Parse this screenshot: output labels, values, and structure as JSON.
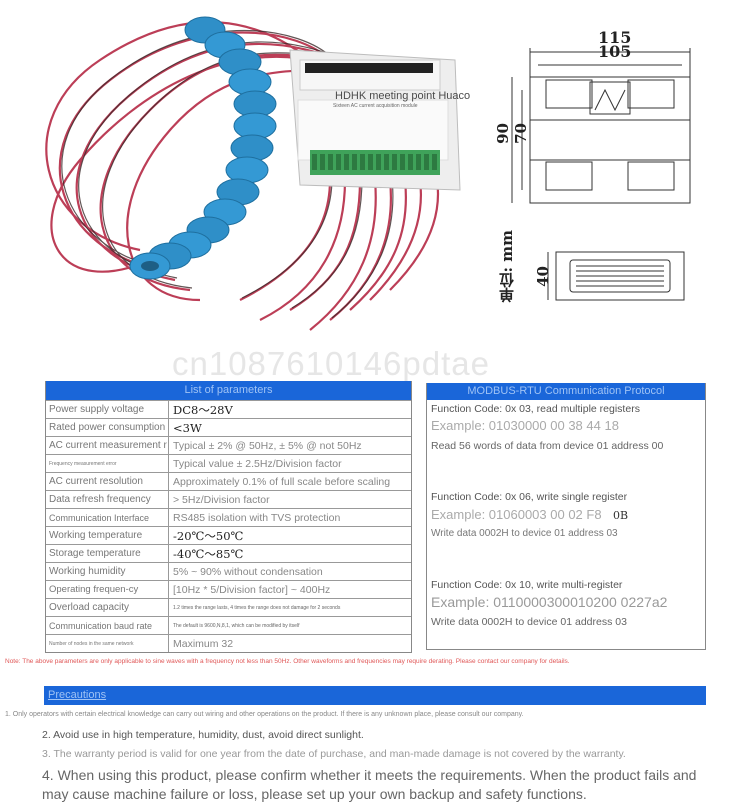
{
  "photo": {
    "overlay_title": "HDHK meeting point Huaco",
    "overlay_subtitle": "Sixteen AC current acquisition module"
  },
  "drawing": {
    "width_outer": "115",
    "width_inner": "105",
    "height_outer": "90",
    "height_inner": "70",
    "depth": "40",
    "unit_label": "单位: mm"
  },
  "watermark": "cn1087610146pdtae",
  "params": {
    "title": "List of parameters",
    "rows": [
      {
        "label": "Power supply voltage",
        "value": "DC8～28V",
        "style": "dark"
      },
      {
        "label": "Rated power consumption",
        "value": "<3W",
        "style": "dark"
      },
      {
        "label": "AC current measurement r",
        "value": "Typical ± 2% @ 50Hz, ± 5% @ not 50Hz",
        "style": ""
      },
      {
        "label": "Frequency measurement error",
        "value": "Typical value ± 2.5Hz/Division factor",
        "style": "",
        "lstyle": "tiny"
      },
      {
        "label": "AC current resolution",
        "value": "Approximately 0.1% of full scale before scaling",
        "style": ""
      },
      {
        "label": "Data refresh frequency",
        "value": "> 5Hz/Division factor",
        "style": ""
      },
      {
        "label": "Communication Interface",
        "value": "RS485 isolation with TVS protection",
        "style": "",
        "lstyle": "small"
      },
      {
        "label": "Working temperature",
        "value": "-20℃～50℃",
        "style": "dark"
      },
      {
        "label": "Storage temperature",
        "value": "-40℃～85℃",
        "style": "dark"
      },
      {
        "label": "Working humidity",
        "value": "5% ~ 90% without condensation",
        "style": ""
      },
      {
        "label": "Operating frequen-cy",
        "value": "[10Hz * 5/Division factor] ~ 400Hz",
        "style": "",
        "lstyle": "wrap"
      },
      {
        "label": "Overload capacity",
        "value": "1.2 times the range lasts, 4 times the range does not damage for 2 seconds",
        "style": "tiny"
      },
      {
        "label": "Communication baud rate",
        "value": "The default is 9600,N,8,1, which can be modified by itself",
        "style": "tiny",
        "lstyle": "small"
      },
      {
        "label": "Number of nodes in the same network",
        "value": "Maximum 32",
        "style": "",
        "lstyle": "tiny"
      }
    ]
  },
  "modbus": {
    "title": "MODBUS-RTU Communication Protocol",
    "fc03": "Function Code: 0x 03, read multiple registers",
    "ex03": "Example: 01030000 00 38 44 18",
    "desc03": "Read 56 words of data from device 01 address 00",
    "fc06": "Function Code: 0x 06, write single register",
    "ex06": "Example: 01060003 00 02 F8",
    "ex06b": "0B",
    "desc06": "Write data 0002H to device 01 address 03",
    "fc10": "Function Code: 0x 10, write multi-register",
    "ex10": "Example: 0110000300010200 0227a2",
    "desc10": "Write data 0002H to device 01 address 03"
  },
  "note": "Note: The above parameters are only applicable to sine waves with a frequency not less than 50Hz. Other waveforms and frequencies may require derating. Please contact our company for details.",
  "precautions": {
    "title": "Precautions",
    "items": [
      "1. Only operators with certain electrical knowledge can carry out wiring and other operations on the product. If there is any unknown place, please consult our company.",
      "2. Avoid use in high temperature, humidity, dust, avoid direct sunlight.",
      "3. The warranty period is valid for one year from the date of purchase, and man-made damage is not covered by the warranty.",
      "4. When using this product, please confirm whether it meets the requirements. When the product fails and may cause machine failure or loss, please set up your own backup and safety functions."
    ]
  }
}
